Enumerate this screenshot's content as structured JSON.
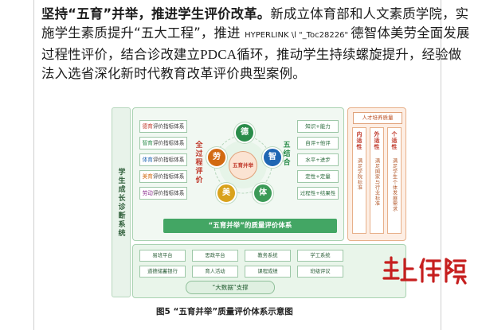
{
  "paragraph": {
    "lead": "坚持“五育”并举，推进学生评价改革。",
    "body1": "新成立体育部和人文素质学院，实施学生素质提升“五大工程”，推进 ",
    "field_code": "HYPERLINK \\l \"_Toc28226\" ",
    "body2": "德智体美劳全面发展过程性评价，结合诊改建立",
    "pdca": "PDCA",
    "body3": "循环，推动学生持续螺旋提升，经验做法入选省深化新时代教育改革评价典型案例。"
  },
  "diagram": {
    "left_label": "学生成长诊断系统",
    "eval_items": [
      {
        "prefix": "德育",
        "suffix": "评价指标体系",
        "color": "p"
      },
      {
        "prefix": "智育",
        "suffix": "评价指标体系",
        "color": "g"
      },
      {
        "prefix": "体育",
        "suffix": "评价指标体系",
        "color": "b"
      },
      {
        "prefix": "美育",
        "suffix": "评价指标体系",
        "color": "o"
      },
      {
        "prefix": "劳动",
        "suffix": "评价指标体系",
        "color": "m"
      }
    ],
    "process_label": "全过程评价",
    "circles": [
      "德",
      "智",
      "体",
      "美",
      "劳"
    ],
    "center_label": "五育并举",
    "five_comb_label": "五结合",
    "comb_items": [
      "知识+能力",
      "自评+他评",
      "水平+进步",
      "定性+定量",
      "过程性+结果性"
    ],
    "quality_bar": "“五育并举”的质量评价体系",
    "right_title": "人才培养质量",
    "right_cols": [
      {
        "head": "内适性",
        "desc": "满足学院标准"
      },
      {
        "head": "外适性",
        "desc": "满足国家与行业标准"
      },
      {
        "head": "个适性",
        "desc": "满足学生个体发展需求"
      }
    ],
    "platforms": [
      "易班平台",
      "思政平台",
      "教务系统",
      "学工系统",
      "道德储蓄银行",
      "育人活动",
      "课程成绩",
      "班级评议"
    ],
    "data_bar": "“大数据”支撑",
    "caption": "图5  “五育并举”质量评价体系示意图"
  },
  "watermark": {
    "text": "掌上衡陽"
  },
  "colors": {
    "green": "#43a664",
    "red": "#c0392b",
    "orange": "#d26a12"
  }
}
